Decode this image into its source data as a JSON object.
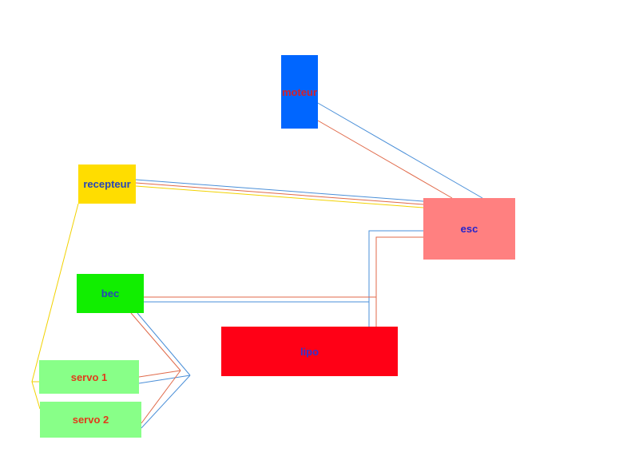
{
  "colors": {
    "blue_wire": "#4a8fd8",
    "red_wire": "#e06a4a",
    "yellow_wire": "#f2d200"
  },
  "boxes": {
    "moteur": {
      "label": "moteur",
      "fill": "#0066ff",
      "text": "#d4202a"
    },
    "recepteur": {
      "label": "recepteur",
      "fill": "#ffdd00",
      "text": "#2646b8"
    },
    "esc": {
      "label": "esc",
      "fill": "#ff8080",
      "text": "#2222cc"
    },
    "bec": {
      "label": "bec",
      "fill": "#11ee00",
      "text": "#2646b8"
    },
    "lipo": {
      "label": "lipo",
      "fill": "#ff0016",
      "text": "#3333cc"
    },
    "servo1": {
      "label": "servo 1",
      "fill": "#88ff88",
      "text": "#e23a1a"
    },
    "servo2": {
      "label": "servo 2",
      "fill": "#88ff88",
      "text": "#e23a1a"
    }
  }
}
